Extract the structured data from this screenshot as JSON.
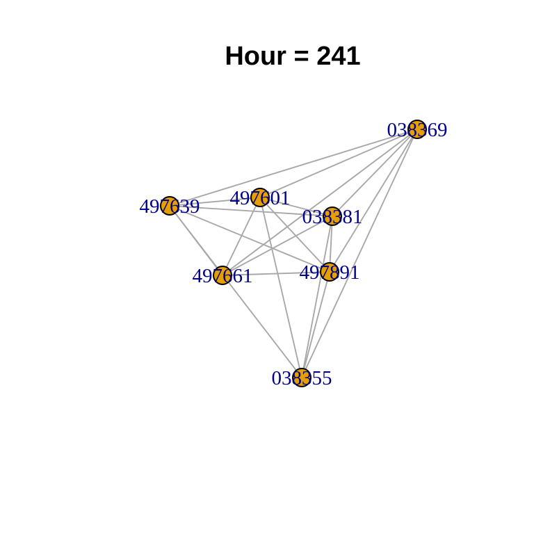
{
  "title": "Hour = 241",
  "colors": {
    "node_fill": "#e69f00",
    "label": "#00008b",
    "edge": "#a8a8a8"
  },
  "nodes": [
    {
      "id": "038369",
      "label": "038369"
    },
    {
      "id": "497639",
      "label": "497639"
    },
    {
      "id": "497601",
      "label": "497601"
    },
    {
      "id": "038381",
      "label": "038381"
    },
    {
      "id": "497661",
      "label": "497661"
    },
    {
      "id": "497891",
      "label": "497891"
    },
    {
      "id": "038355",
      "label": "038355"
    }
  ],
  "edges": [
    [
      "038369",
      "497639"
    ],
    [
      "038369",
      "497601"
    ],
    [
      "038369",
      "038381"
    ],
    [
      "038369",
      "497661"
    ],
    [
      "038369",
      "497891"
    ],
    [
      "038369",
      "038355"
    ],
    [
      "497639",
      "497601"
    ],
    [
      "497639",
      "038381"
    ],
    [
      "497639",
      "497661"
    ],
    [
      "497639",
      "497891"
    ],
    [
      "497639",
      "038355"
    ],
    [
      "497601",
      "038381"
    ],
    [
      "497601",
      "497661"
    ],
    [
      "497601",
      "497891"
    ],
    [
      "497601",
      "038355"
    ],
    [
      "038381",
      "497661"
    ],
    [
      "038381",
      "497891"
    ],
    [
      "038381",
      "038355"
    ],
    [
      "497661",
      "497891"
    ],
    [
      "497891",
      "038355"
    ]
  ]
}
